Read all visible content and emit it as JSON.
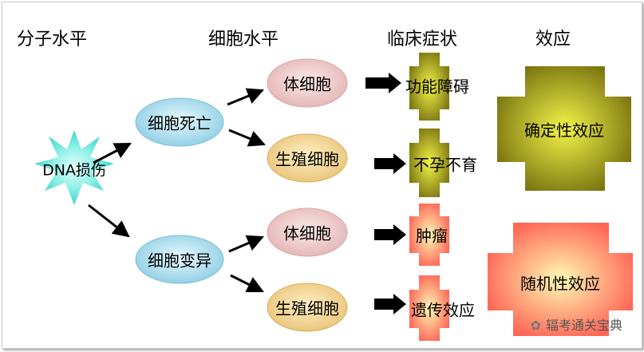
{
  "headers": {
    "molecular": "分子水平",
    "cellular": "细胞水平",
    "clinical": "临床症状",
    "effect": "效应"
  },
  "nodes": {
    "dna": "DNA损伤",
    "cell_death": "细胞死亡",
    "cell_mutation": "细胞变异",
    "somatic_1": "体细胞",
    "germ_1": "生殖细胞",
    "somatic_2": "体细胞",
    "germ_2": "生殖细胞"
  },
  "symptoms": {
    "dysfunction": "功能障碍",
    "infertility": "不孕不育",
    "tumor": "肿瘤",
    "hereditary": "遗传效应"
  },
  "effects": {
    "deterministic": "确定性效应",
    "stochastic": "随机性效应"
  },
  "watermark": {
    "text": "辐考通关宝典"
  },
  "colors": {
    "dna_star": "#5fe0d6",
    "blue_ellipse": "#9fd6e6",
    "pink_ellipse": "#eecaca",
    "tan_ellipse": "#f0d08c",
    "olive_dark": "#807a10",
    "olive_light": "#f0f03a",
    "red_dark": "#ff6a5a",
    "red_light": "#fff6a6"
  }
}
